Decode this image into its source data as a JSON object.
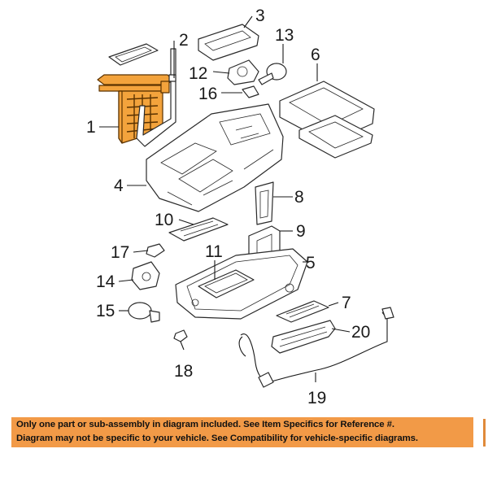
{
  "callouts": {
    "c1": "1",
    "c2": "2",
    "c3": "3",
    "c4": "4",
    "c5": "5",
    "c6": "6",
    "c7": "7",
    "c8": "8",
    "c9": "9",
    "c10": "10",
    "c11": "11",
    "c12": "12",
    "c13": "13",
    "c14": "14",
    "c15": "15",
    "c16": "16",
    "c17": "17",
    "c18": "18",
    "c19": "19",
    "c20": "20"
  },
  "highlighted_part": "1",
  "colors": {
    "highlight": "#f3a33c",
    "banner": "#f29a47",
    "line": "#1a1a1a"
  },
  "banner": {
    "line1": "Only one part or sub-assembly in diagram included. See Item Specifics for Reference #.",
    "line2": "Diagram may not be specific to your vehicle. See Compatibility for vehicle-specific diagrams."
  }
}
